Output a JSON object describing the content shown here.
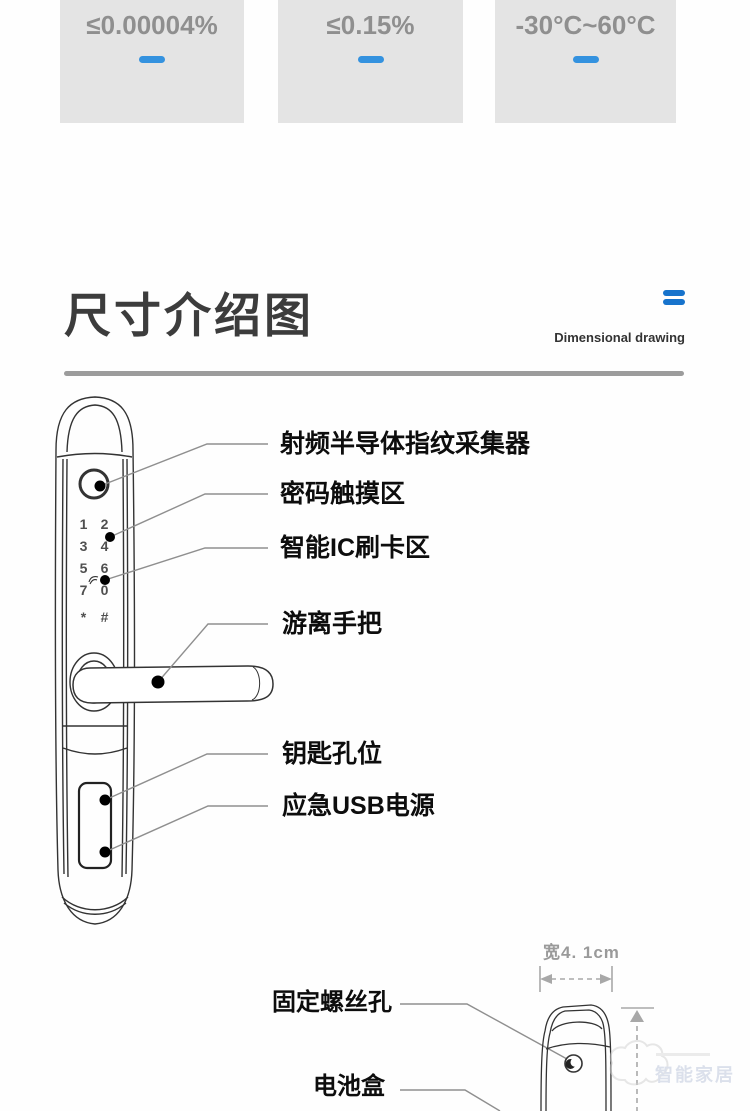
{
  "specs": [
    {
      "value": "≤0.00004%"
    },
    {
      "value": "≤0.15%"
    },
    {
      "value": "-30°C~60°C"
    }
  ],
  "section": {
    "title": "尺寸介绍图",
    "subtitle": "Dimensional drawing"
  },
  "diagram": {
    "labels": {
      "fingerprint": "射频半导体指纹采集器",
      "keypad": "密码触摸区",
      "ic_card": "智能IC刷卡区",
      "handle": "游离手把",
      "keyhole": "钥匙孔位",
      "usb": "应急USB电源",
      "screw": "固定螺丝孔",
      "battery": "电池盒"
    },
    "keypad_keys": [
      "1",
      "2",
      "3",
      "4",
      "5",
      "6",
      "7",
      "0",
      "*",
      "#"
    ],
    "width_dimension": "宽4. 1cm"
  },
  "watermark": {
    "text": "智能家居"
  },
  "colors": {
    "accent_blue": "#3492df",
    "icon_blue": "#1773cc",
    "box_bg": "#e4e4e4",
    "box_text": "#8f8f8f",
    "leader_gray": "#8f8f8f",
    "drawing_ink": "#333333",
    "dimension_gray": "#a8a8a8",
    "divider_gray": "#9c9c9c",
    "title_gray": "#3c3c3c"
  }
}
